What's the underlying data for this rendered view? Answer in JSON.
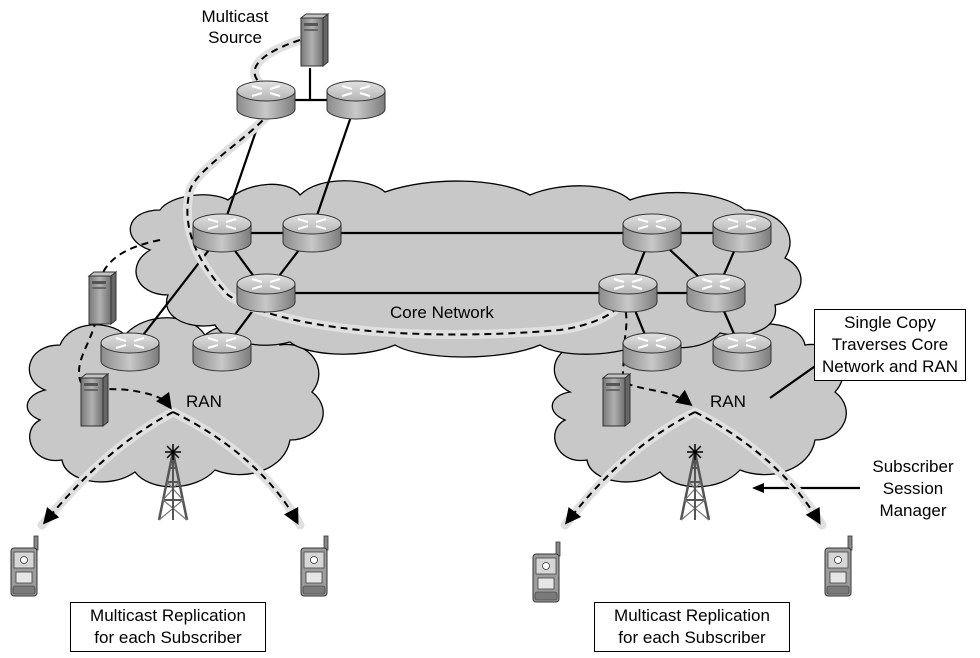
{
  "labels": {
    "multicast_source_line1": "Multicast",
    "multicast_source_line2": "Source",
    "core_network": "Core Network",
    "ran_left": "RAN",
    "ran_right": "RAN",
    "single_copy_line1": "Single Copy",
    "single_copy_line2": "Traverses Core",
    "single_copy_line3": "Network and RAN",
    "ssm_line1": "Subscriber",
    "ssm_line2": "Session",
    "ssm_line3": "Manager",
    "replication_left_line1": "Multicast Replication",
    "replication_left_line2": "for each Subscriber",
    "replication_right_line1": "Multicast Replication",
    "replication_right_line2": "for each Subscriber"
  },
  "colors": {
    "cloud_fill": "#c8c8c8",
    "cloud_stroke": "#000000",
    "router_fill": "#a9a9a9",
    "server_fill": "#9a9a9a",
    "path_glow": "#dcdcdc"
  },
  "icons": {
    "router": "router-icon",
    "server": "server-icon",
    "tower": "cell-tower-icon",
    "phone": "mobile-phone-icon"
  }
}
